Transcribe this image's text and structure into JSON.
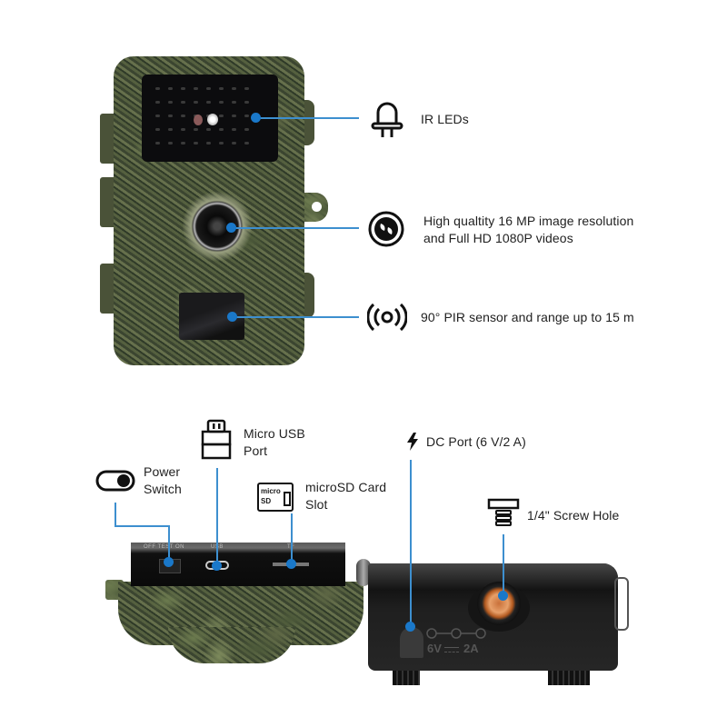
{
  "front_callouts": [
    {
      "icon": "led-icon",
      "label": "IR LEDs"
    },
    {
      "icon": "lens-icon",
      "label_line1": "High qualtity 16 MP image resolution",
      "label_line2": "and Full HD 1080P videos"
    },
    {
      "icon": "motion-sensor-icon",
      "label": "90° PIR sensor and range up to 15 m"
    }
  ],
  "bottom_callouts": {
    "power": {
      "icon": "toggle-switch-icon",
      "line1": "Power",
      "line2": "Switch"
    },
    "usb": {
      "icon": "micro-usb-icon",
      "line1": "Micro USB",
      "line2": "Port"
    },
    "sd": {
      "icon": "microsd-card-icon",
      "line1": "microSD Card",
      "line2": "Slot",
      "icon_text1": "micro",
      "icon_text2": "SD"
    },
    "dc": {
      "icon": "lightning-icon",
      "label": "DC Port (6 V/2 A)"
    },
    "screw": {
      "icon": "screw-icon",
      "label": "1/4\" Screw Hole"
    }
  },
  "device_silkscreen": {
    "power_marking": "OFF TEST ON",
    "usb_marking": "USB",
    "sd_marking": "TF",
    "dc_marking_v": "6V",
    "dc_marking_a": "2A"
  },
  "colors": {
    "callout_line": "#3d8fcf",
    "callout_dot": "#1a78c9"
  }
}
